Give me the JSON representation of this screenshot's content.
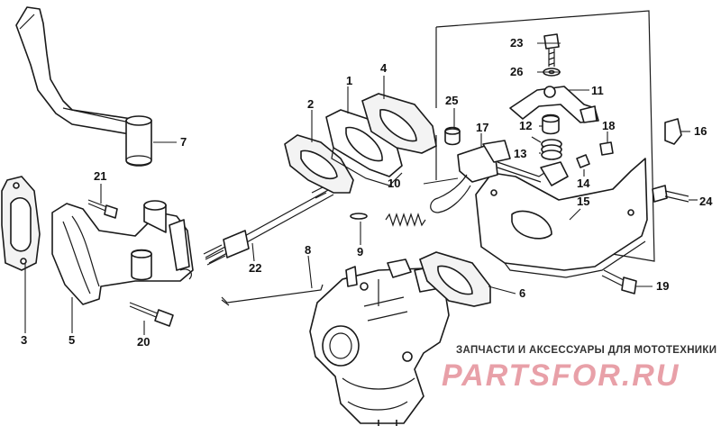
{
  "parts": [
    {
      "id": "p1",
      "label": "1"
    },
    {
      "id": "p2",
      "label": "2"
    },
    {
      "id": "p3",
      "label": "3"
    },
    {
      "id": "p4",
      "label": "4"
    },
    {
      "id": "p5",
      "label": "5"
    },
    {
      "id": "p6",
      "label": "6"
    },
    {
      "id": "p7",
      "label": "7"
    },
    {
      "id": "p8",
      "label": "8"
    },
    {
      "id": "p9",
      "label": "9"
    },
    {
      "id": "p10",
      "label": "10"
    },
    {
      "id": "p11",
      "label": "11"
    },
    {
      "id": "p12",
      "label": "12"
    },
    {
      "id": "p13",
      "label": "13"
    },
    {
      "id": "p14",
      "label": "14"
    },
    {
      "id": "p15",
      "label": "15"
    },
    {
      "id": "p16",
      "label": "16"
    },
    {
      "id": "p17",
      "label": "17"
    },
    {
      "id": "p18",
      "label": "18"
    },
    {
      "id": "p19",
      "label": "19"
    },
    {
      "id": "p20",
      "label": "20"
    },
    {
      "id": "p21",
      "label": "21"
    },
    {
      "id": "p22",
      "label": "22"
    },
    {
      "id": "p23",
      "label": "23"
    },
    {
      "id": "p24",
      "label": "24"
    },
    {
      "id": "p25",
      "label": "25"
    },
    {
      "id": "p26",
      "label": "26"
    }
  ],
  "watermark": {
    "tagline": "ЗАПЧАСТИ И АКСЕССУАРЫ ДЛЯ МОТОТЕХНИКИ",
    "brand": "PARTSFOR.RU",
    "brand_color": "#e8a0a8"
  }
}
